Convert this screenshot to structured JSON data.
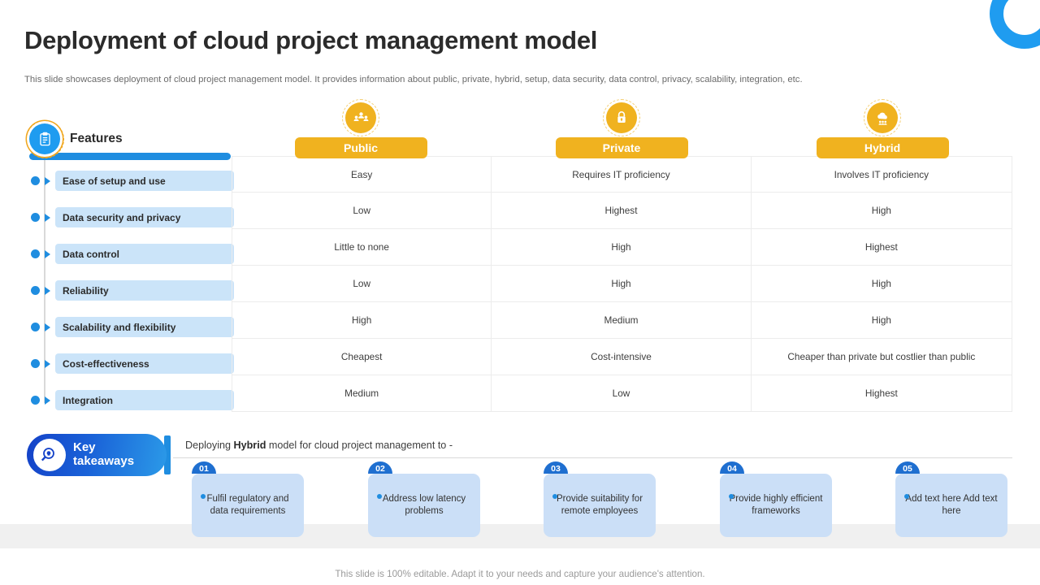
{
  "header": {
    "title": "Deployment of cloud project management model",
    "subtitle": "This slide showcases deployment of cloud project management model. It provides information about public, private, hybrid, setup, data security, data control, privacy,  scalability, integration, etc."
  },
  "colors": {
    "accent_blue": "#1f9cf0",
    "rail_blue": "#1f8de0",
    "amber": "#f0b21f",
    "pill_light_blue": "#cbe4f9",
    "card_blue": "#cbdff7",
    "badge_blue": "#1f6fd0",
    "gray_band": "#f0f0f0"
  },
  "features": {
    "label": "Features",
    "icon": "clipboard-checklist-icon",
    "items": [
      {
        "label": "Ease of setup  and use"
      },
      {
        "label": "Data security  and privacy"
      },
      {
        "label": "Data control"
      },
      {
        "label": "Reliability"
      },
      {
        "label": "Scalability and flexibility"
      },
      {
        "label": "Cost-effectiveness"
      },
      {
        "label": "Integration"
      }
    ]
  },
  "columns": [
    {
      "label": "Public",
      "icon": "people-group-icon"
    },
    {
      "label": "Private",
      "icon": "padlock-icon"
    },
    {
      "label": "Hybrid",
      "icon": "cloud-people-icon"
    }
  ],
  "table": {
    "row_headers": [
      "Ease of setup  and use",
      "Data security  and privacy",
      "Data control",
      "Reliability",
      "Scalability and flexibility",
      "Cost-effectiveness",
      "Integration"
    ],
    "column_headers": [
      "Public",
      "Private",
      "Hybrid"
    ],
    "rows": [
      [
        "Easy",
        "Requires IT proficiency",
        "Involves IT proficiency"
      ],
      [
        "Low",
        "Highest",
        "High"
      ],
      [
        "Little to none",
        "High",
        "Highest"
      ],
      [
        "Low",
        "High",
        "High"
      ],
      [
        "High",
        "Medium",
        "High"
      ],
      [
        "Cheapest",
        "Cost-intensive",
        "Cheaper than private but costlier than  public"
      ],
      [
        "Medium",
        "Low",
        "Highest"
      ]
    ]
  },
  "key_takeaways": {
    "badge_line1": "Key",
    "badge_line2": "takeaways",
    "icon": "magnifier-bulb-icon",
    "subtitle_prefix": "Deploying ",
    "subtitle_bold": "Hybrid",
    "subtitle_suffix": " model for cloud project management  to -",
    "cards": [
      {
        "number": "01",
        "text": "Fulfil regulatory and data requirements"
      },
      {
        "number": "02",
        "text": "Address low latency problems"
      },
      {
        "number": "03",
        "text": "Provide suitability for remote employees"
      },
      {
        "number": "04",
        "text": "Provide highly efficient frameworks"
      },
      {
        "number": "05",
        "text": "Add text here Add text here"
      }
    ]
  },
  "footer": {
    "text": "This slide is 100% editable. Adapt it to your needs and capture your audience's attention."
  }
}
